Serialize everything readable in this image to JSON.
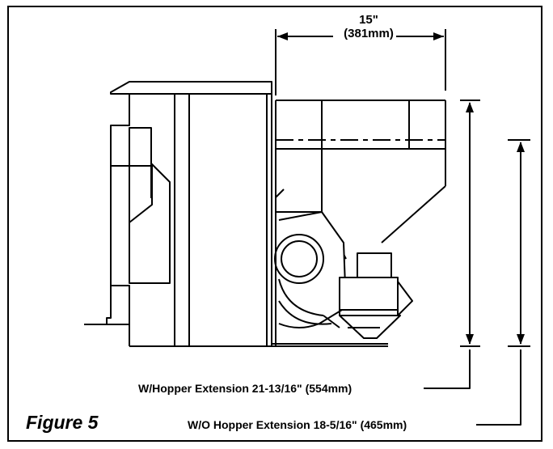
{
  "diagram": {
    "width_dimension": {
      "imperial": "15\"",
      "metric": "(381mm)"
    },
    "height_with_extension": "W/Hopper Extension 21-13/16\" (554mm)",
    "height_without_extension": "W/O Hopper Extension 18-5/16\" (465mm)",
    "figure_label": "Figure 5"
  }
}
